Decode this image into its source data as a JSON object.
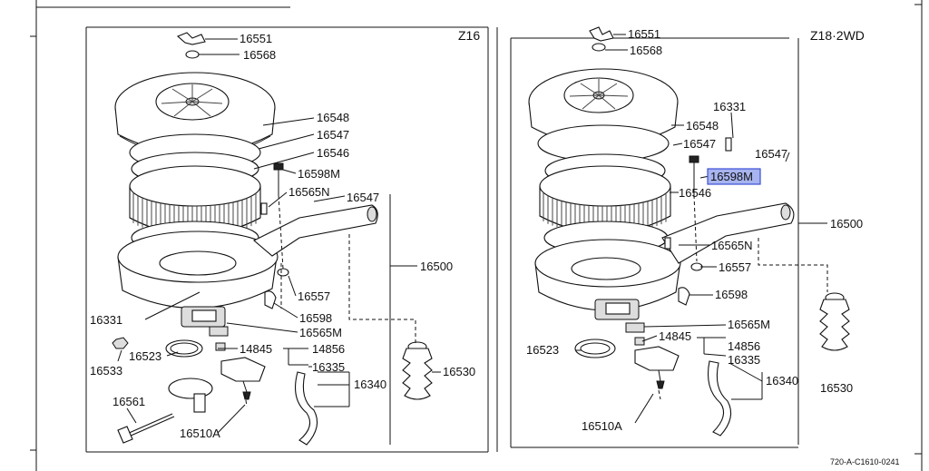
{
  "panel_left": {
    "title": "Z16",
    "labels": {
      "p16551": "16551",
      "p16568": "16568",
      "p16548": "16548",
      "p16547a": "16547",
      "p16546": "16546",
      "p16598M": "16598M",
      "p16565N": "16565N",
      "p16547b": "16547",
      "p16500": "16500",
      "p16557": "16557",
      "p16331": "16331",
      "p16598": "16598",
      "p16565M": "16565M",
      "p16523": "16523",
      "p14845": "14845",
      "p14856": "14856",
      "p16533": "16533",
      "p16335": "16335",
      "p16340": "16340",
      "p16530": "16530",
      "p16561": "16561",
      "p16510A": "16510A"
    }
  },
  "panel_right": {
    "title": "Z18·2WD",
    "labels": {
      "p16551": "16551",
      "p16568": "16568",
      "p16331": "16331",
      "p16548": "16548",
      "p16547a": "16547",
      "p16547b": "16547",
      "p16598M": "16598M",
      "p16546": "16546",
      "p16500": "16500",
      "p16565N": "16565N",
      "p16557": "16557",
      "p16598": "16598",
      "p16565M": "16565M",
      "p16523": "16523",
      "p14845": "14845",
      "p14856": "14856",
      "p16335": "16335",
      "p16340": "16340",
      "p16530": "16530",
      "p16510A": "16510A"
    }
  },
  "highlight": {
    "color": "#a7b4ef",
    "border": "#3c4fd6"
  },
  "footer_code": "720-A-C1610-0241"
}
